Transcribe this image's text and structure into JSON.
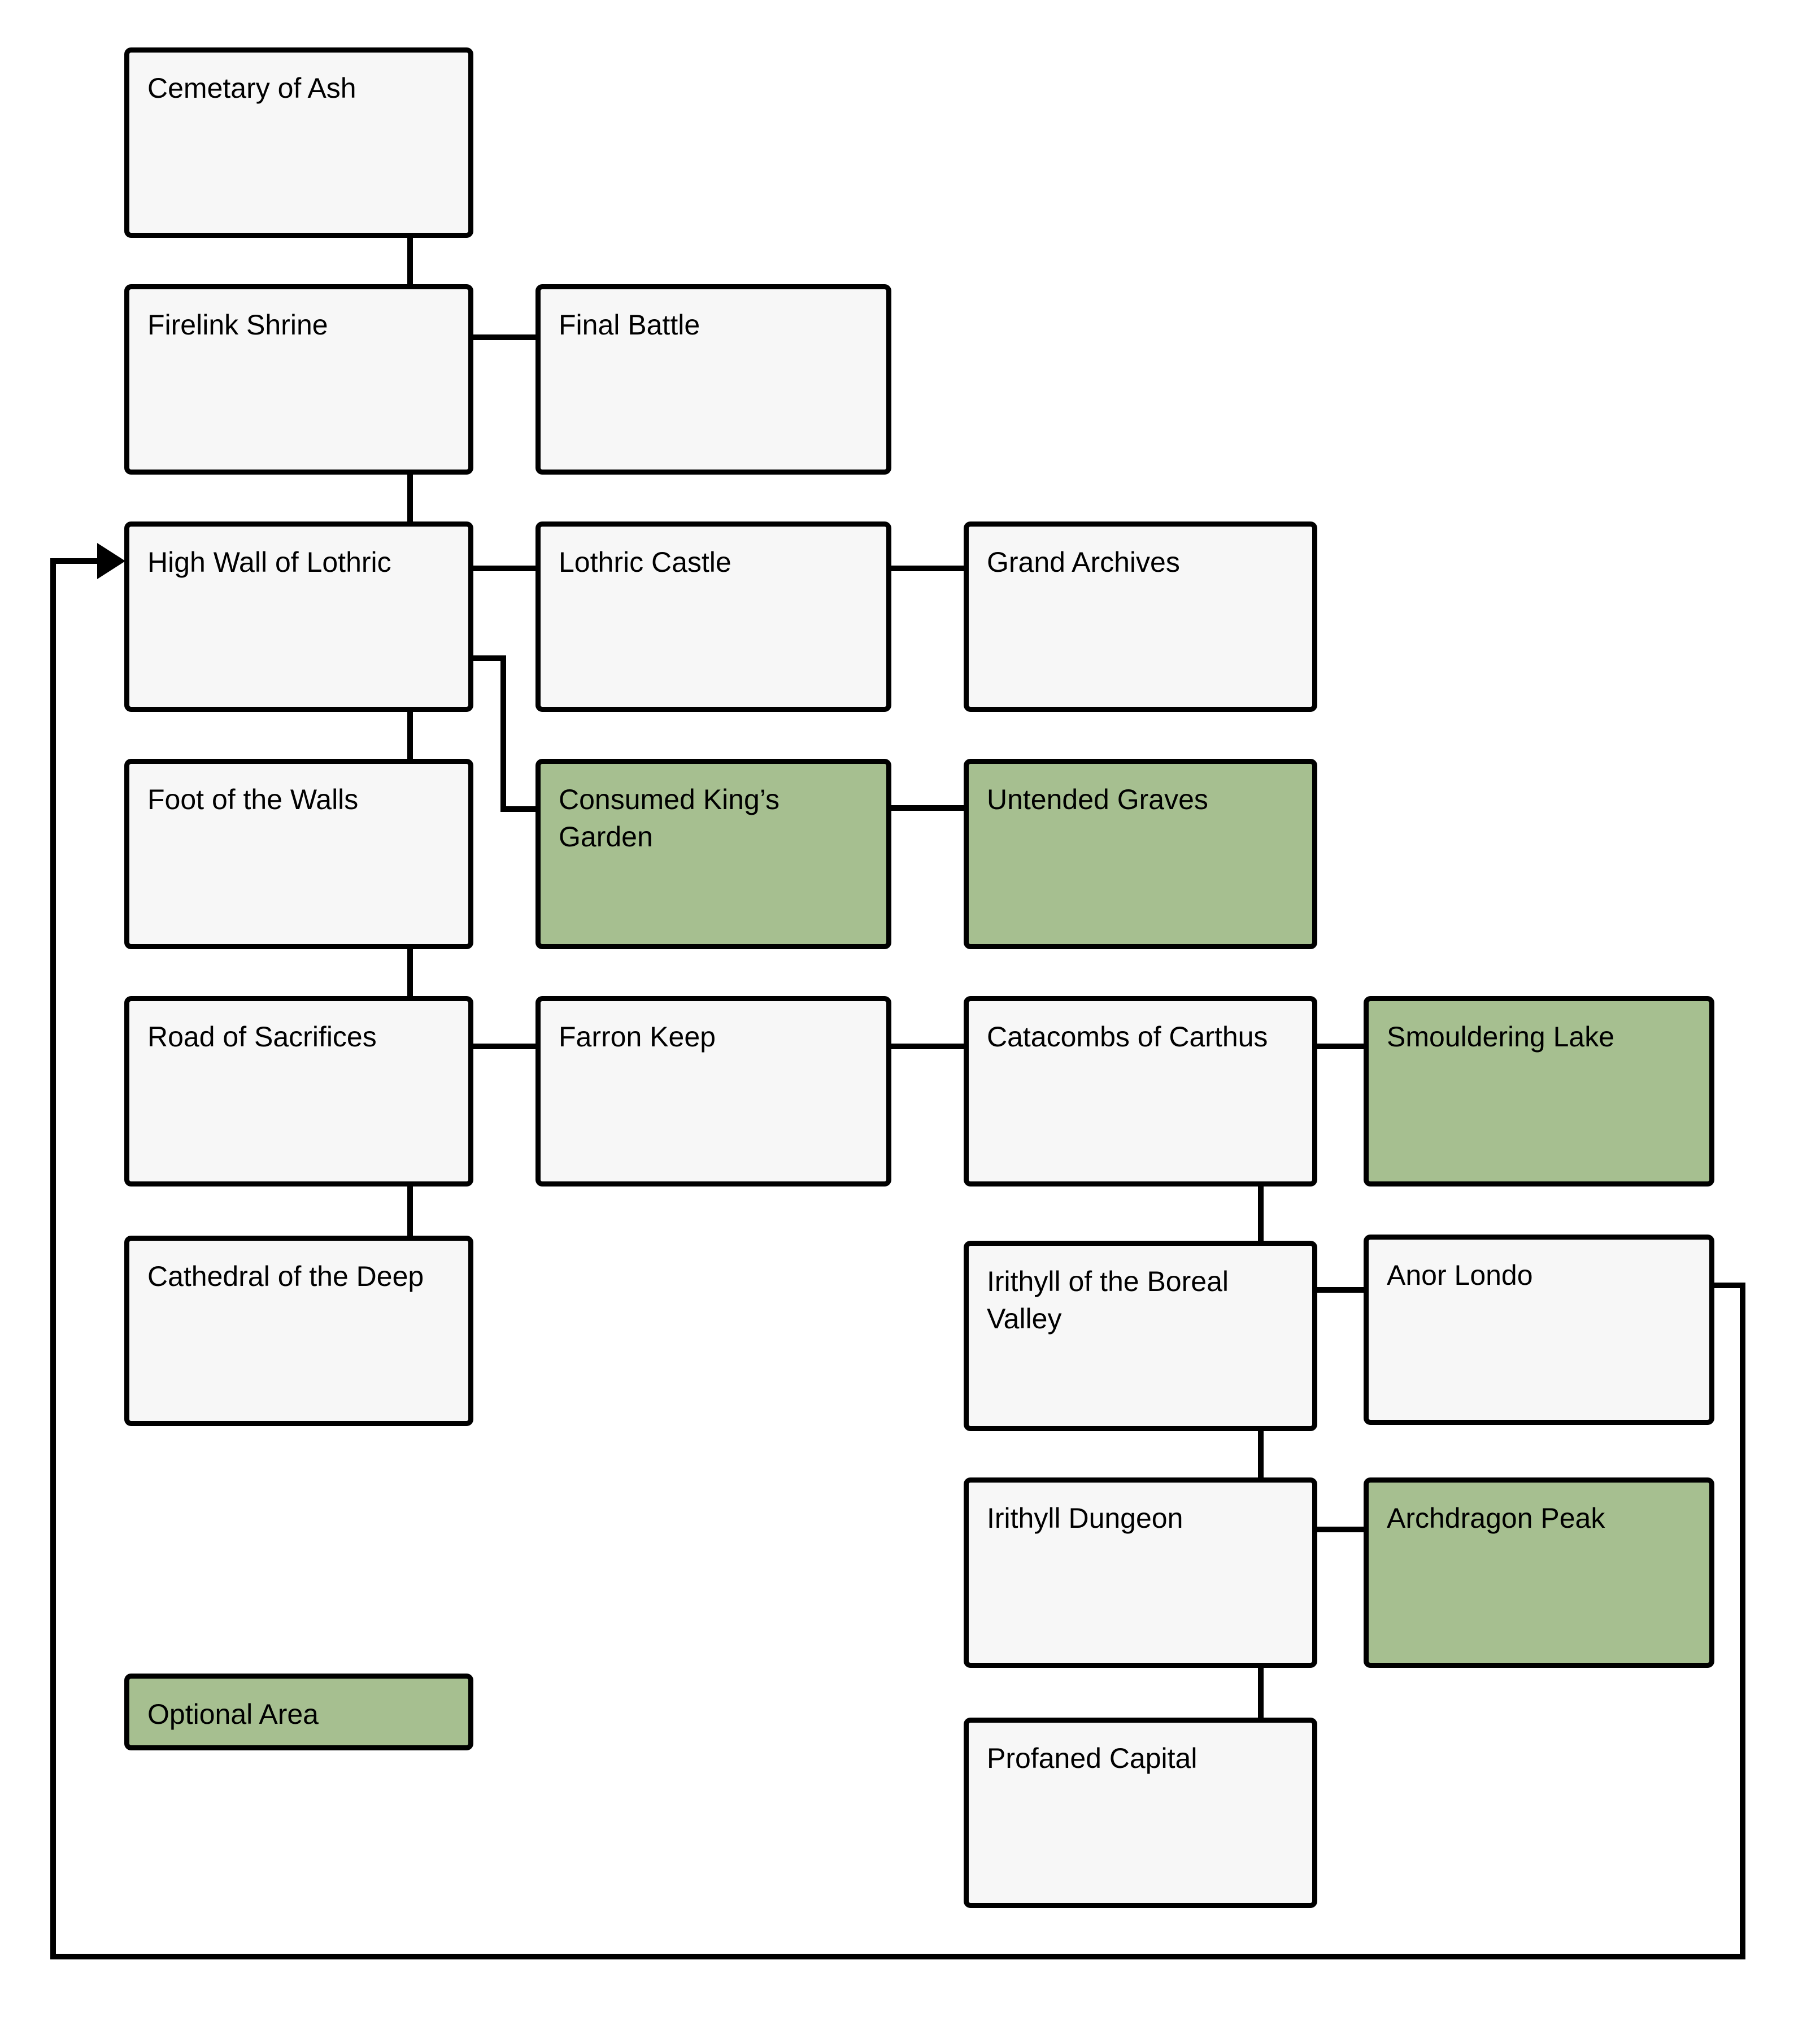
{
  "colors": {
    "optional_fill": "#a6bf90",
    "default_fill": "#f7f7f7",
    "line": "#000000"
  },
  "legend": {
    "label": "Optional Area"
  },
  "nodes": {
    "cemetary_of_ash": "Cemetary of Ash",
    "firelink_shrine": "Firelink Shrine",
    "final_battle": "Final Battle",
    "high_wall_of_lothric": "High Wall of Lothric",
    "lothric_castle": "Lothric Castle",
    "grand_archives": "Grand Archives",
    "foot_of_the_walls": "Foot of the Walls",
    "consumed_kings_garden": "Consumed King’s Garden",
    "untended_graves": "Untended Graves",
    "road_of_sacrifices": "Road of Sacrifices",
    "farron_keep": "Farron Keep",
    "catacombs_of_carthus": "Catacombs of Carthus",
    "smouldering_lake": "Smouldering Lake",
    "cathedral_of_the_deep": "Cathedral of the Deep",
    "irithyll_of_the_boreal_valley": "Irithyll of the Boreal Valley",
    "anor_londo": "Anor Londo",
    "irithyll_dungeon": "Irithyll Dungeon",
    "archdragon_peak": "Archdragon Peak",
    "profaned_capital": "Profaned Capital"
  }
}
